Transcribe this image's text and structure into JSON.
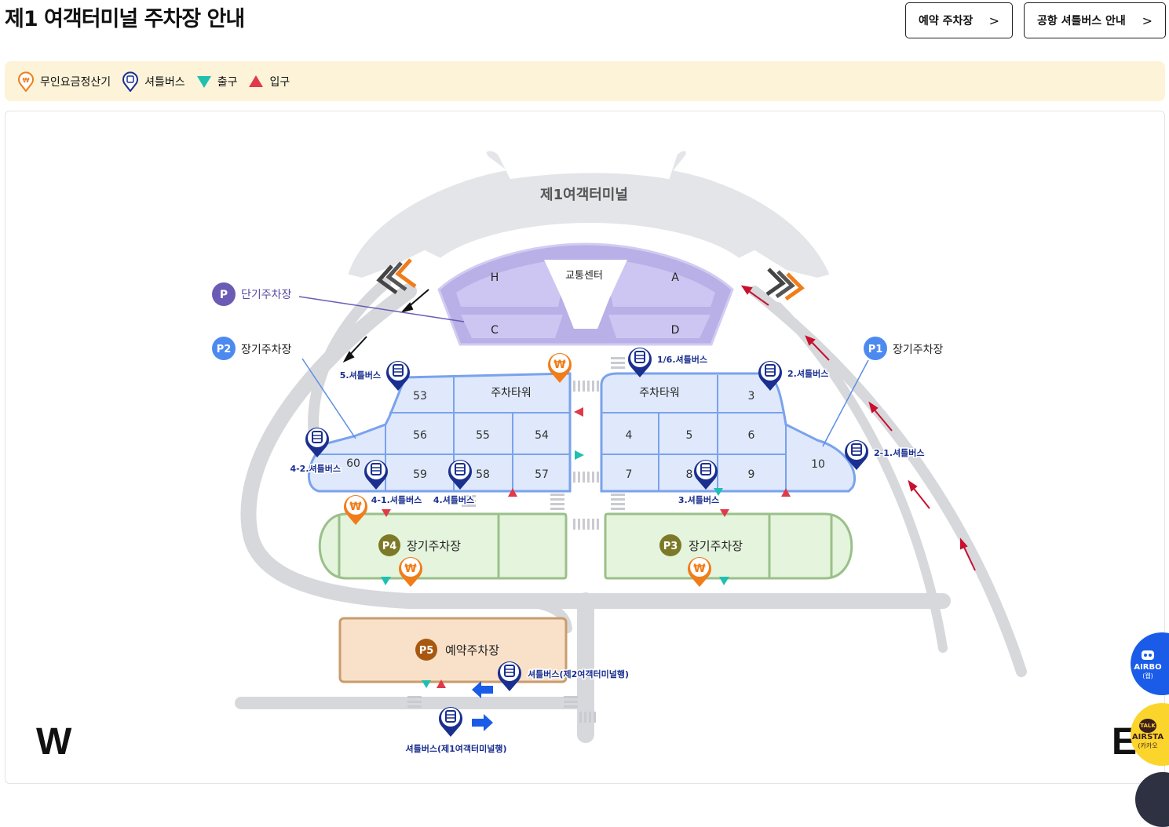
{
  "page": {
    "title": "제1 여객터미널 주차장 안내"
  },
  "buttons": {
    "reservation": "예약 주차장",
    "shuttle_guide": "공항 셔틀버스 안내"
  },
  "legend": [
    {
      "icon": "pay-machine-icon",
      "label": "무인요금정산기",
      "color": "#f07d1a"
    },
    {
      "icon": "shuttle-bus-icon",
      "label": "셔틀버스",
      "color": "#1a2f8f"
    },
    {
      "icon": "exit-triangle-icon",
      "label": "출구",
      "color": "#1fc0b0"
    },
    {
      "icon": "entrance-triangle-icon",
      "label": "입구",
      "color": "#e0394a"
    }
  ],
  "map": {
    "terminal_label": "제1여객터미널",
    "transport_center": "교통센터",
    "short_zones": [
      "H",
      "A",
      "C",
      "D"
    ],
    "callouts": {
      "P": {
        "badge": "P",
        "label": "단기주차장"
      },
      "P2": {
        "badge": "P2",
        "label": "장기주차장"
      },
      "P1": {
        "badge": "P1",
        "label": "장기주차장"
      },
      "P3": {
        "badge": "P3",
        "label": "장기주차장"
      },
      "P4": {
        "badge": "P4",
        "label": "장기주차장"
      },
      "P5": {
        "badge": "P5",
        "label": "예약주차장"
      }
    },
    "tower_label": "주차타워",
    "west_zones": [
      "53",
      "56",
      "55",
      "54",
      "59",
      "58",
      "57",
      "60"
    ],
    "east_zones": [
      "3",
      "4",
      "5",
      "6",
      "7",
      "8",
      "9",
      "10"
    ],
    "shuttle_stops": [
      "5.셔틀버스",
      "1/6.셔틀버스",
      "2.셔틀버스",
      "4-2.셔틀버스",
      "4-1.셔틀버스",
      "4.셔틀버스",
      "3.셔틀버스",
      "2-1.셔틀버스",
      "셔틀버스(제2여객터미널행)",
      "셔틀버스(제1여객터미널행)"
    ],
    "pay_symbol": "₩"
  },
  "compass": {
    "west": "W",
    "east": "E"
  },
  "side_buttons": {
    "airbot": "AIRBO",
    "airbot_sub": "(웹)",
    "talk": "TALK",
    "airstar": "AIRSTA",
    "airstar_sub": "(카카오"
  }
}
